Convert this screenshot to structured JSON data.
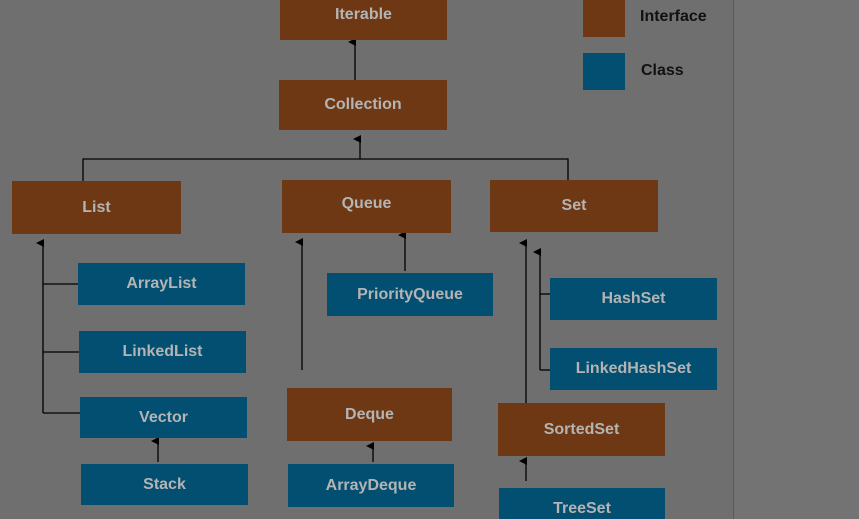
{
  "legend": {
    "interface_label": "Interface",
    "class_label": "Class"
  },
  "nodes": {
    "iterable": "Iterable",
    "collection": "Collection",
    "list": "List",
    "queue": "Queue",
    "set": "Set",
    "arraylist": "ArrayList",
    "linkedlist": "LinkedList",
    "vector": "Vector",
    "stack": "Stack",
    "priorityqueue": "PriorityQueue",
    "deque": "Deque",
    "arraydeque": "ArrayDeque",
    "hashset": "HashSet",
    "linkedhashset": "LinkedHashSet",
    "sortedset": "SortedSet",
    "treeset": "TreeSet"
  },
  "colors": {
    "interface": "#6e3814",
    "class": "#024f72",
    "background": "#6f6f6f"
  }
}
